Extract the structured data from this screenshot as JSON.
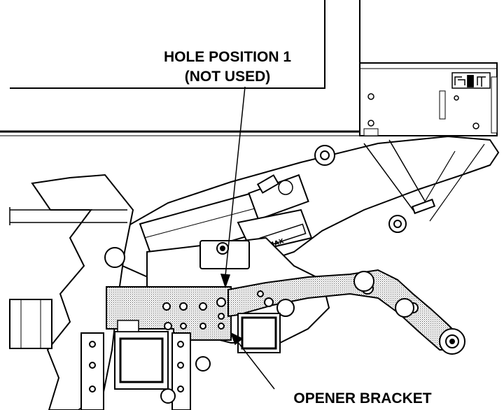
{
  "labels": {
    "hole_position_line1": "HOLE POSITION 1",
    "hole_position_line2": "(NOT USED)",
    "opener_bracket": "OPENER BRACKET",
    "max_logo": "MAX"
  },
  "colors": {
    "line": "#000000",
    "background": "#ffffff",
    "shaded_part": "#bdbdbd"
  }
}
